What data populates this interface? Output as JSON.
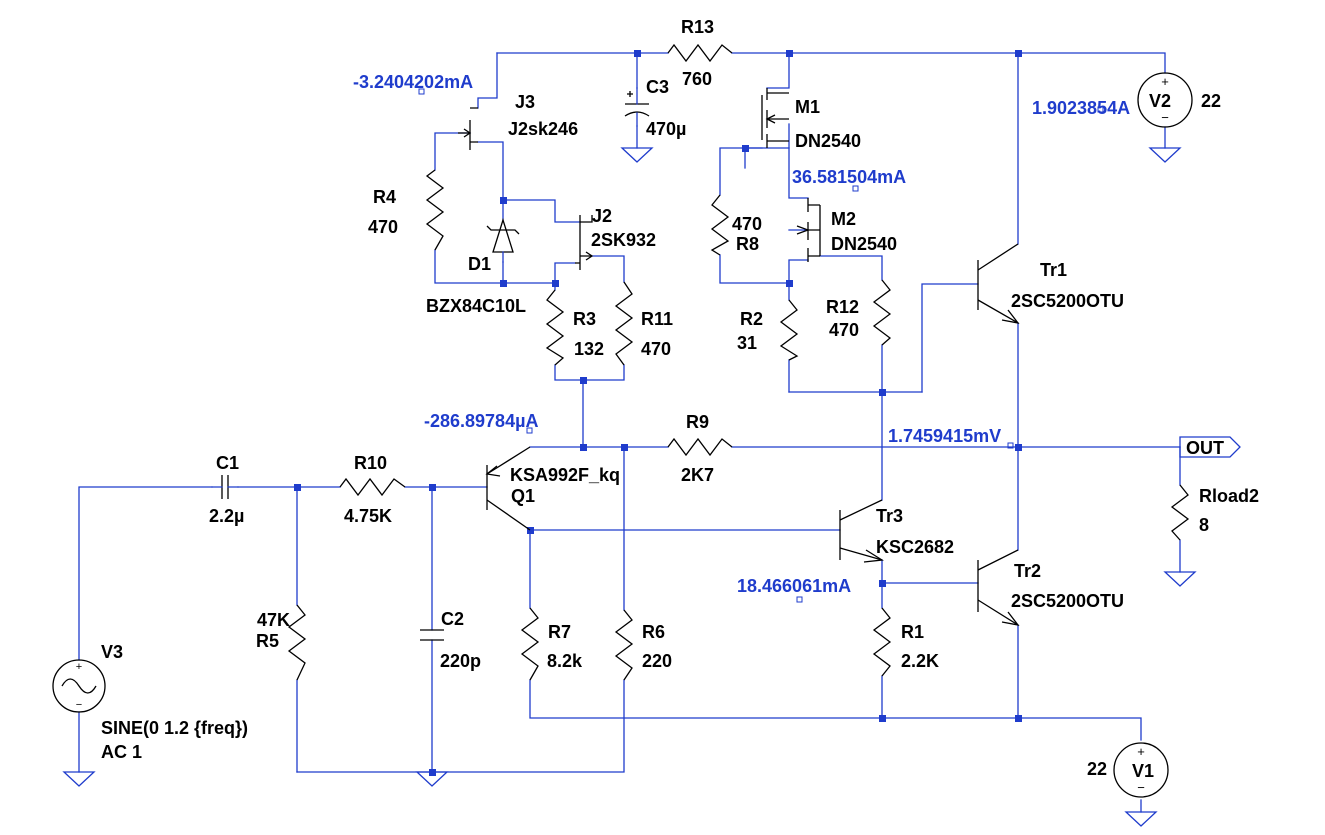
{
  "components": {
    "r13": {
      "ref": "R13",
      "value": "760"
    },
    "c3": {
      "ref": "C3",
      "value": "470µ"
    },
    "j3": {
      "ref": "J3",
      "value": "J2sk246"
    },
    "r4": {
      "ref": "R4",
      "value": "470"
    },
    "d1": {
      "ref": "D1",
      "value": "BZX84C10L"
    },
    "j2": {
      "ref": "J2",
      "value": "2SK932"
    },
    "r3": {
      "ref": "R3",
      "value": "132"
    },
    "r11": {
      "ref": "R11",
      "value": "470"
    },
    "m1": {
      "ref": "M1",
      "value": "DN2540"
    },
    "m2": {
      "ref": "M2",
      "value": "DN2540"
    },
    "r8": {
      "ref": "R8",
      "value": "470"
    },
    "r2": {
      "ref": "R2",
      "value": "31"
    },
    "r12": {
      "ref": "R12",
      "value": "470"
    },
    "tr1": {
      "ref": "Tr1",
      "value": "2SC5200OTU"
    },
    "tr2": {
      "ref": "Tr2",
      "value": "2SC5200OTU"
    },
    "tr3": {
      "ref": "Tr3",
      "value": "KSC2682"
    },
    "q1": {
      "ref": "Q1",
      "value": "KSA992F_kq"
    },
    "r9": {
      "ref": "R9",
      "value": "2K7"
    },
    "c1": {
      "ref": "C1",
      "value": "2.2µ"
    },
    "r10": {
      "ref": "R10",
      "value": "4.75K"
    },
    "r5": {
      "ref": "R5",
      "value": "47K"
    },
    "c2": {
      "ref": "C2",
      "value": "220p"
    },
    "r7": {
      "ref": "R7",
      "value": "8.2k"
    },
    "r6": {
      "ref": "R6",
      "value": "220"
    },
    "r1": {
      "ref": "R1",
      "value": "2.2K"
    },
    "rload2": {
      "ref": "Rload2",
      "value": "8"
    },
    "v1": {
      "ref": "V1",
      "value": "22"
    },
    "v2": {
      "ref": "V2",
      "value": "22"
    },
    "v3": {
      "ref": "V3",
      "value": "SINE(0 1.2 {freq})",
      "ac": "AC 1"
    }
  },
  "probes": {
    "j3_current": "-3.2404202mA",
    "v2_current": "1.9023854A",
    "m2_current": "36.581504mA",
    "q1_current": "-286.89784µA",
    "out_voltage": "1.7459415mV",
    "tr3_current": "18.466061mA"
  },
  "net_labels": {
    "out": "OUT"
  }
}
